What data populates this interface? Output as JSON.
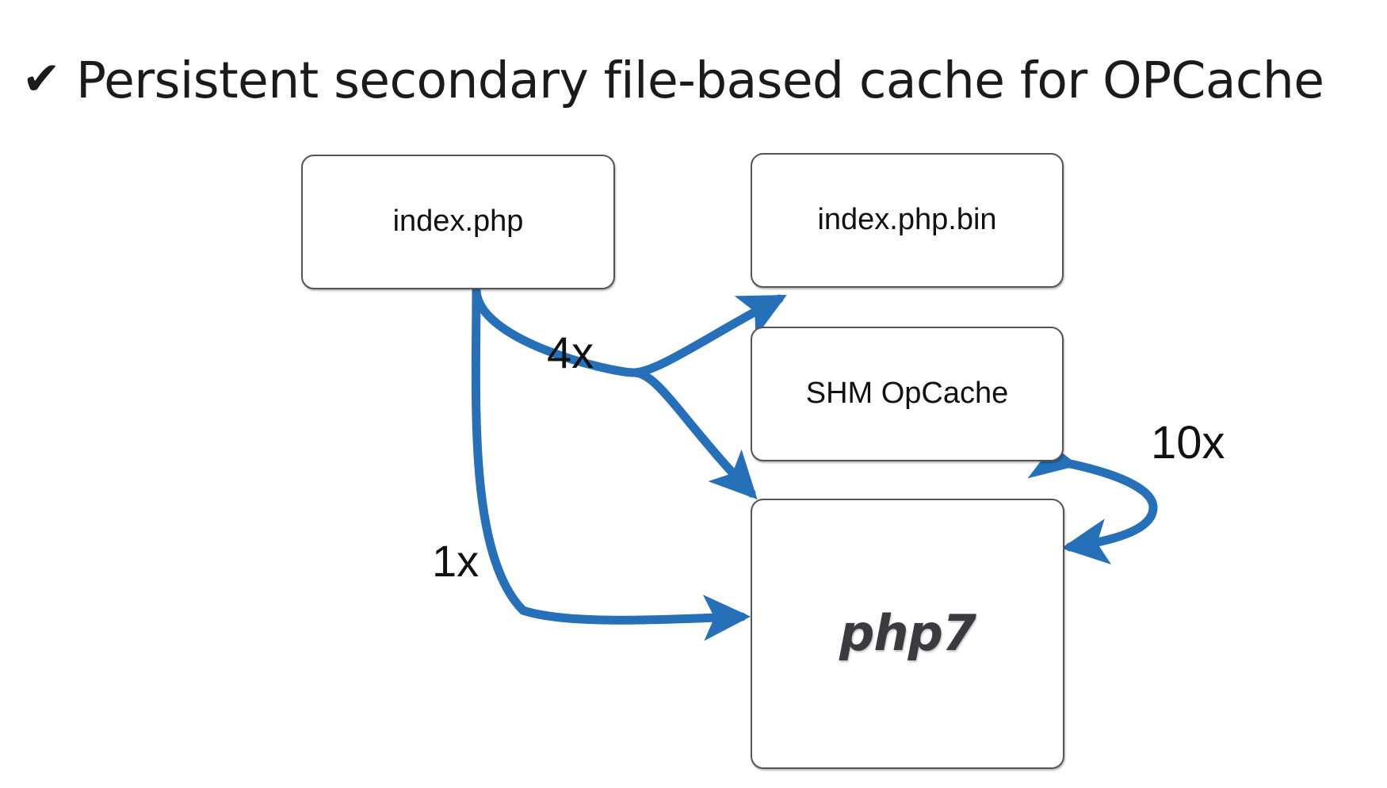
{
  "slide": {
    "title": "Persistent secondary file-based cache for OPCache",
    "check_icon": "✔",
    "background_color": "#ffffff"
  },
  "diagram": {
    "type": "flow-diagram",
    "accent_color": "#2570b8",
    "node_border_color": "#555557",
    "nodes": [
      {
        "id": "index-php",
        "label": "index.php"
      },
      {
        "id": "index-bin",
        "label": "index.php.bin"
      },
      {
        "id": "shm-opcache",
        "label": "SHM OpCache"
      },
      {
        "id": "php7",
        "label": "php7"
      }
    ],
    "edges": [
      {
        "id": "edge-4x",
        "label": "4x",
        "from": "index.php",
        "to": "index.php.bin / php7"
      },
      {
        "id": "edge-1x",
        "label": "1x",
        "from": "index.php",
        "to": "php7"
      },
      {
        "id": "edge-10x",
        "label": "10x",
        "from": "SHM OpCache",
        "to": "php7",
        "bidirectional": true
      }
    ]
  }
}
